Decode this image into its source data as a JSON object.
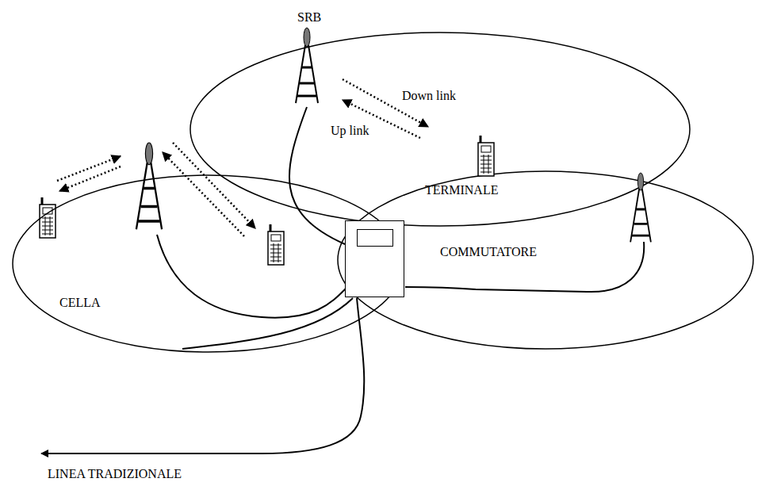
{
  "diagram": {
    "nodes": [
      {
        "text": [
          "CELLA"
        ]
      },
      {
        "text": [
          "SRB"
        ]
      },
      {
        "text": [
          "TERMINALE"
        ]
      },
      {
        "text": [
          "COMMUTATORE"
        ]
      }
    ],
    "edges": [
      {
        "from": 1,
        "to": 2,
        "arrow": "to",
        "label": "Down link"
      },
      {
        "from": 2,
        "to": 1,
        "arrow": "to",
        "label": "Up link"
      },
      {
        "from": 1,
        "to": 3,
        "arrow": "none"
      }
    ],
    "labels": [
      "LINEA TRADIZIONALE"
    ]
  }
}
